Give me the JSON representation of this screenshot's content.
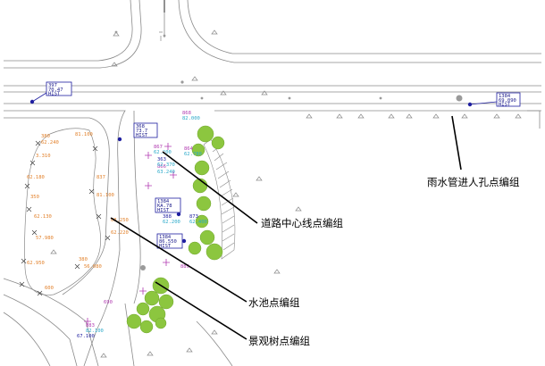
{
  "callouts": {
    "rain_manhole": "雨水管进人孔点编组",
    "road_centerline": "道路中心线点编组",
    "pool": "水池点编组",
    "landscape_tree": "景观树点编组"
  },
  "map_labels": {
    "manhole_left": [
      "397",
      "70.47",
      "HIST"
    ],
    "manhole_right": [
      "1384",
      "69.090",
      "HIST"
    ],
    "box_top": [
      "368",
      "73.7",
      "HIST"
    ],
    "box_mid": [
      "1384",
      "KA.78",
      "HIST"
    ],
    "box_low": [
      "1384",
      "86.550",
      "HIST"
    ],
    "road_points": [
      "363",
      "62.370",
      "388",
      "62.200",
      "873",
      "62.400"
    ],
    "pool_points": [
      "380",
      "62.240",
      "3.310",
      "81.100",
      "62.180",
      "350",
      "62.130",
      "57.980",
      "837",
      "81.100",
      "68.250",
      "62.220",
      "600",
      "62.950",
      "380",
      "56.080"
    ],
    "purple_points": [
      "868",
      "82.000",
      "867",
      "62.200",
      "864",
      "62.780",
      "866",
      "63.240",
      "889",
      "82.100",
      "883",
      "67.100",
      "690"
    ]
  },
  "colors": {
    "tree_green": "#8cc63f",
    "line_gray": "#8a8a8a",
    "box_blue": "#1f1fa0",
    "point_orange": "#e2802a",
    "point_purple": "#b13bb1"
  }
}
